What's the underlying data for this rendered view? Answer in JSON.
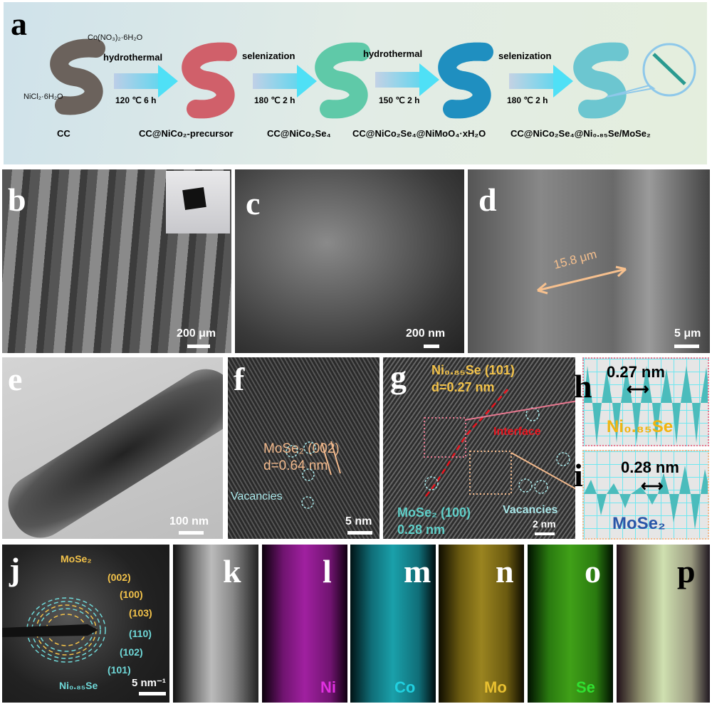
{
  "panel_labels": {
    "a": "a",
    "b": "b",
    "c": "c",
    "d": "d",
    "e": "e",
    "f": "f",
    "g": "g",
    "h": "h",
    "i": "i",
    "j": "j",
    "k": "k",
    "l": "l",
    "m": "m",
    "n": "n",
    "o": "o",
    "p": "p"
  },
  "scheme": {
    "reagent_co": "Co(NO₃)₂·6H₂O",
    "reagent_ni": "NiCl₂·6H₂O",
    "steps": [
      {
        "process": "hydrothermal",
        "condition": "120 ℃ 6 h"
      },
      {
        "process": "selenization",
        "condition": "180 ℃ 2 h"
      },
      {
        "process": "hydrothermal",
        "condition": "150 ℃ 2 h"
      },
      {
        "process": "selenization",
        "condition": "180 ℃ 2 h"
      }
    ],
    "products": [
      "CC",
      "CC@NiCo₂-precursor",
      "CC@NiCo₂Se₄",
      "CC@NiCo₂Se₄@NiMoO₄·xH₂O",
      "CC@NiCo₂Se₄@Ni₀.₈₅Se/MoSe₂"
    ],
    "colors": [
      "#6b625c",
      "#d0606a",
      "#5fc9a8",
      "#1f8fc0",
      "#6cc6d0"
    ]
  },
  "sem": {
    "b_scale": "200 μm",
    "c_scale": "200 nm",
    "d_scale": "5 μm",
    "d_thickness": "15.8 μm"
  },
  "tem": {
    "e_scale": "100 nm",
    "f_phase": "MoSe₂ (002)",
    "f_d": "d=0.64 nm",
    "f_vacancies": "Vacancies",
    "f_scale": "5 nm",
    "g_phase1": "Ni₀.₈₅Se (101)",
    "g_d1": "d=0.27 nm",
    "g_interface": "Interface",
    "g_phase2": "MoSe₂ (100)",
    "g_d2": "0.28 nm",
    "g_vacancies": "Vacancies",
    "g_scale": "2 nm",
    "h_spacing": "0.27 nm",
    "h_phase": "Ni₀.₈₅Se",
    "i_spacing": "0.28 nm",
    "i_phase": "MoSe₂"
  },
  "saed": {
    "phase1": "MoSe₂",
    "rings1": [
      "(002)",
      "(100)",
      "(103)"
    ],
    "rings2": [
      "(110)",
      "(102)",
      "(101)"
    ],
    "phase2": "Ni₀.₈₅Se",
    "scale": "5 nm⁻¹"
  },
  "maps": [
    {
      "element": "Ni",
      "color": "#d020d0"
    },
    {
      "element": "Co",
      "color": "#20c8d8"
    },
    {
      "element": "Mo",
      "color": "#d8b020"
    },
    {
      "element": "Se",
      "color": "#30d030"
    }
  ]
}
